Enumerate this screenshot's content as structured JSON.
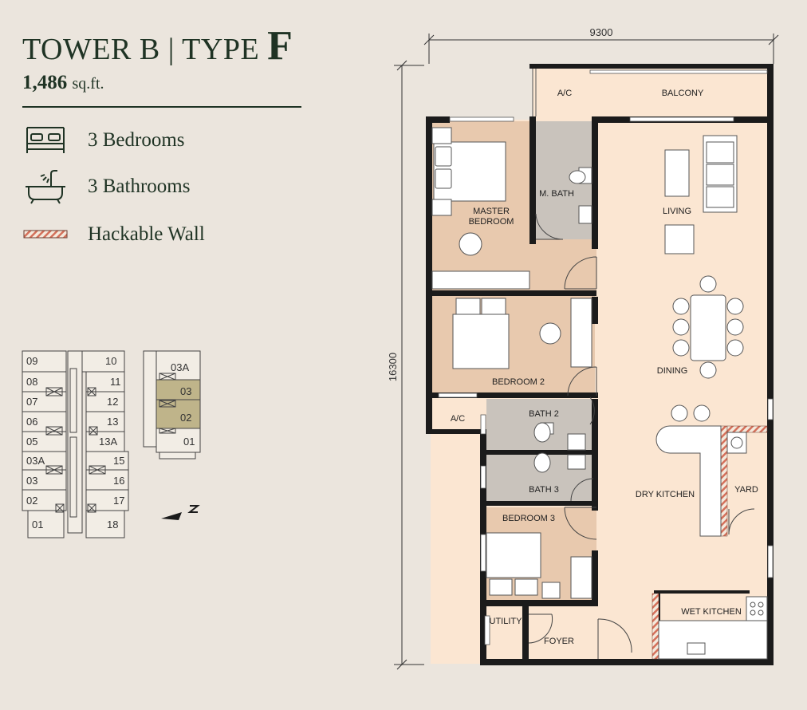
{
  "header": {
    "title_main": "TOWER B | TYPE",
    "title_letter": "F",
    "area_value": "1,486",
    "area_unit": "sq.ft."
  },
  "legend": {
    "bedrooms": "3 Bedrooms",
    "bathrooms": "3 Bathrooms",
    "hackable_wall": "Hackable Wall",
    "icons": [
      "bed-icon",
      "bathtub-icon",
      "hackable-wall-swatch"
    ]
  },
  "colors": {
    "background": "#ebe5dd",
    "wall": "#1b1b1b",
    "living_floor": "#fbe6d2",
    "bedroom_floor": "#e8c9ae",
    "bathroom_floor": "#c9c3bc",
    "highlight_unit": "#bfb48a",
    "text": "#1f3324"
  },
  "key_plan": {
    "left_units": [
      "09",
      "08",
      "07",
      "06",
      "05",
      "03A",
      "03",
      "02",
      "01"
    ],
    "right_units": [
      "10",
      "11",
      "12",
      "13",
      "13A",
      "15",
      "16",
      "17",
      "18"
    ],
    "side_units": [
      "03A",
      "03",
      "02",
      "01"
    ],
    "highlighted": [
      "03",
      "02"
    ]
  },
  "dimensions": {
    "width": "9300",
    "height": "16300"
  },
  "rooms": {
    "ac_top": "A/C",
    "balcony": "BALCONY",
    "master_bedroom_line1": "MASTER",
    "master_bedroom_line2": "BEDROOM",
    "m_bath": "M. BATH",
    "living": "LIVING",
    "bedroom2": "BEDROOM 2",
    "dining": "DINING",
    "ac_side": "A/C",
    "bath2": "BATH 2",
    "bath3": "BATH 3",
    "dry_kitchen": "DRY KITCHEN",
    "yard": "YARD",
    "bedroom3": "BEDROOM 3",
    "utility": "UTILITY",
    "foyer": "FOYER",
    "wet_kitchen": "WET KITCHEN"
  }
}
